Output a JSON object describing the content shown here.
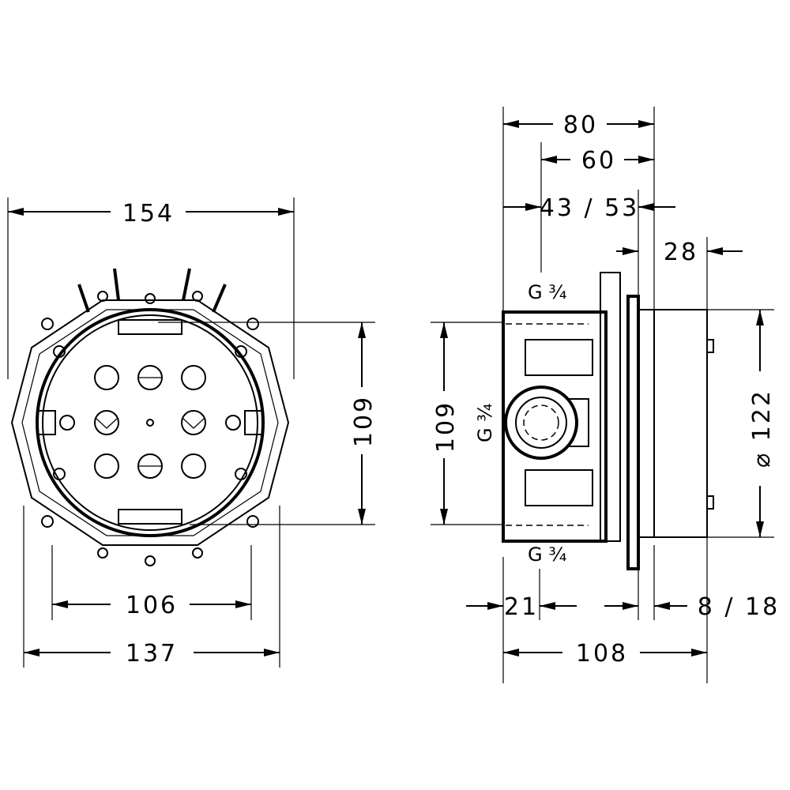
{
  "front_view": {
    "width_overall": "154",
    "height_mounting": "109",
    "hole_spacing": "106",
    "width_frame": "137"
  },
  "side_view": {
    "depth_80": "80",
    "depth_60": "60",
    "depth_range": "43 / 53",
    "depth_28": "28",
    "thread_top": "G ¾",
    "thread_side": "G ¾",
    "thread_bottom": "G ¾",
    "height": "109",
    "diameter": "⌀ 122",
    "depth_21": "21",
    "cover_range": "8 / 18",
    "depth_108": "108"
  }
}
